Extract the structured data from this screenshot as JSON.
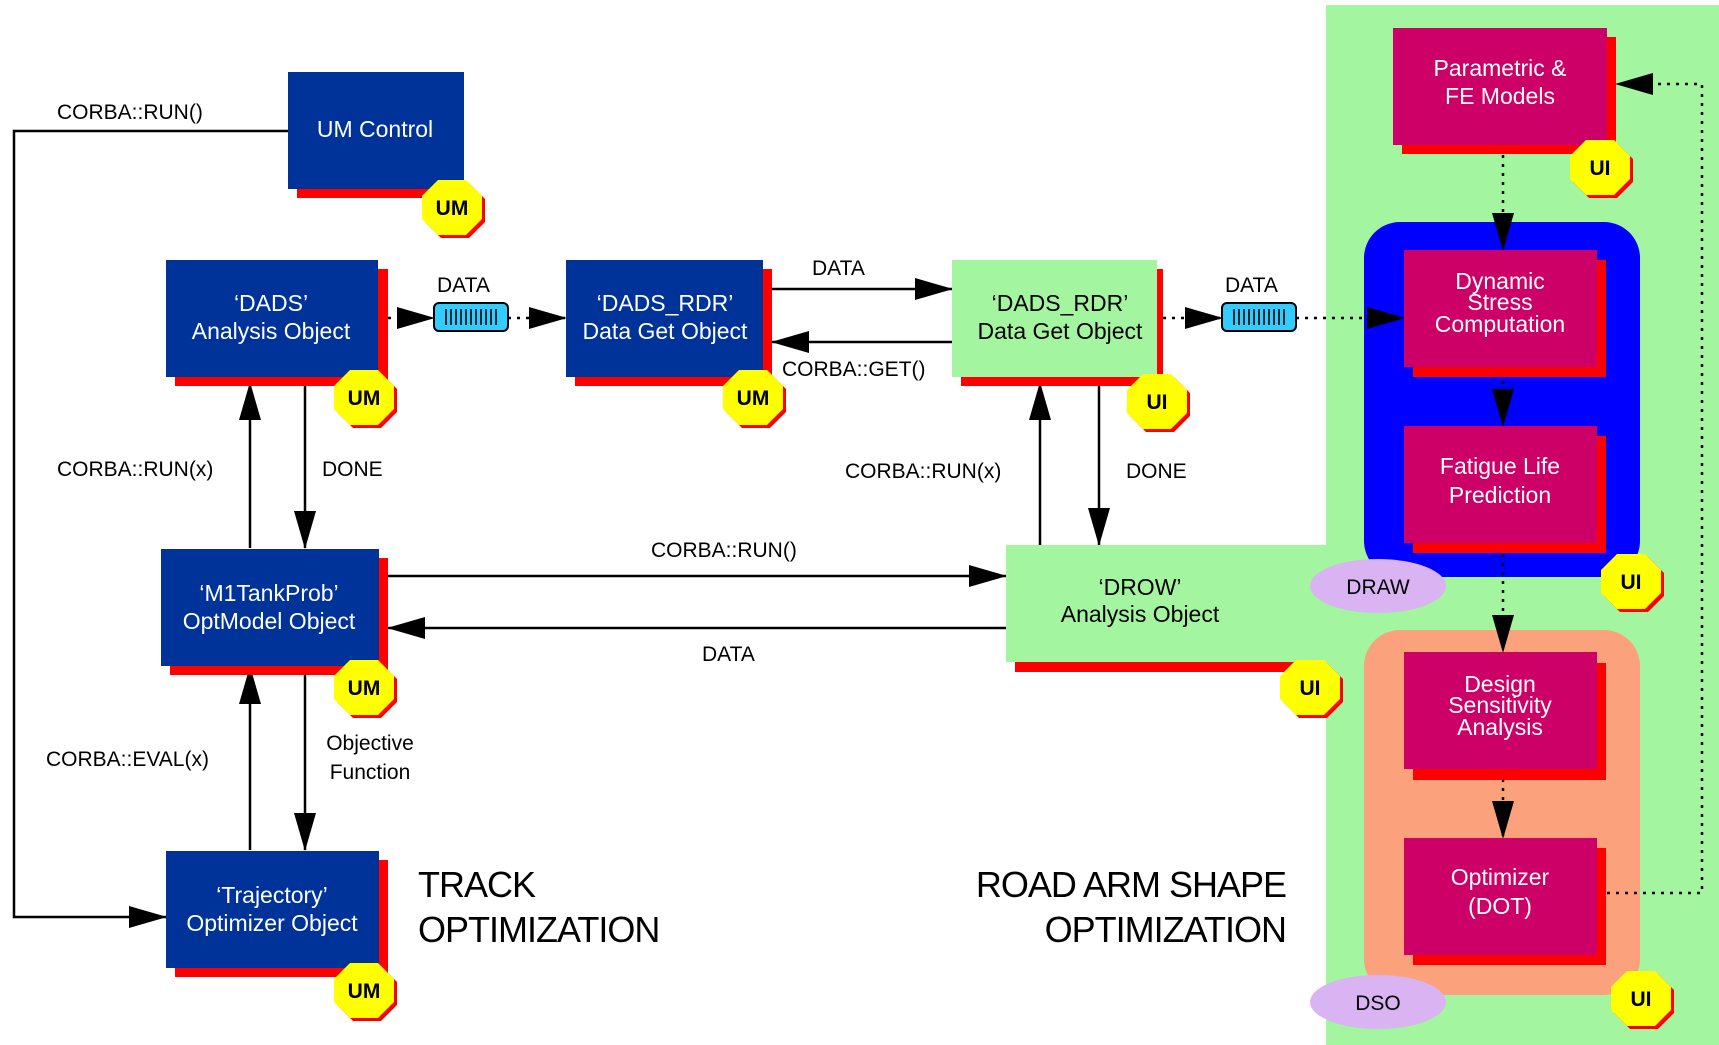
{
  "colors": {
    "blue_box": "#003399",
    "magenta_box": "#cc0066",
    "green": "#a3f5a0",
    "shadow": "#ff0000",
    "blue_group": "#0000ff",
    "salmon_group": "#fba27c",
    "badge": "#ffff00",
    "oval": "#d9b3f2",
    "queue": "#33ccff"
  },
  "boxes": {
    "um_control": [
      "UM Control"
    ],
    "dads": [
      "‘DADS’",
      "Analysis Object"
    ],
    "dads_rdr_um": [
      "‘DADS_RDR’",
      "Data Get Object"
    ],
    "dads_rdr_ui": [
      "‘DADS_RDR’",
      "Data Get Object"
    ],
    "m1tank": [
      "‘M1TankProb’",
      "OptModel Object"
    ],
    "trajectory": [
      "‘Trajectory’",
      "Optimizer Object"
    ],
    "drow": [
      "‘DROW’",
      "Analysis Object"
    ],
    "parametric": [
      "Parametric  &",
      "FE Models"
    ],
    "dynamic": [
      "Dynamic",
      "Stress",
      "Computation"
    ],
    "fatigue": [
      "Fatigue  Life",
      "Prediction"
    ],
    "design": [
      "Design",
      "Sensitivity",
      "Analysis"
    ],
    "optimizer": [
      "Optimizer",
      "(DOT)"
    ]
  },
  "badges": {
    "um": "UM",
    "ui": "UI"
  },
  "ovals": {
    "draw": "DRAW",
    "dso": "DSO"
  },
  "labels": {
    "corba_run": "CORBA::RUN()",
    "corba_run_x_left": "CORBA::RUN(x)",
    "corba_run_x_right": "CORBA::RUN(x)",
    "done_left": "DONE",
    "done_right": "DONE",
    "data_left": "DATA",
    "data_mid": "DATA",
    "data_right": "DATA",
    "corba_get": "CORBA::GET()",
    "corba_run_mid": "CORBA::RUN()",
    "data_bottom": "DATA",
    "corba_eval": "CORBA::EVAL(x)",
    "objective": [
      "Objective",
      "Function"
    ]
  },
  "titles": {
    "track": [
      "TRACK",
      "OPTIMIZATION"
    ],
    "road_arm": [
      "ROAD ARM SHAPE",
      "OPTIMIZATION"
    ]
  }
}
